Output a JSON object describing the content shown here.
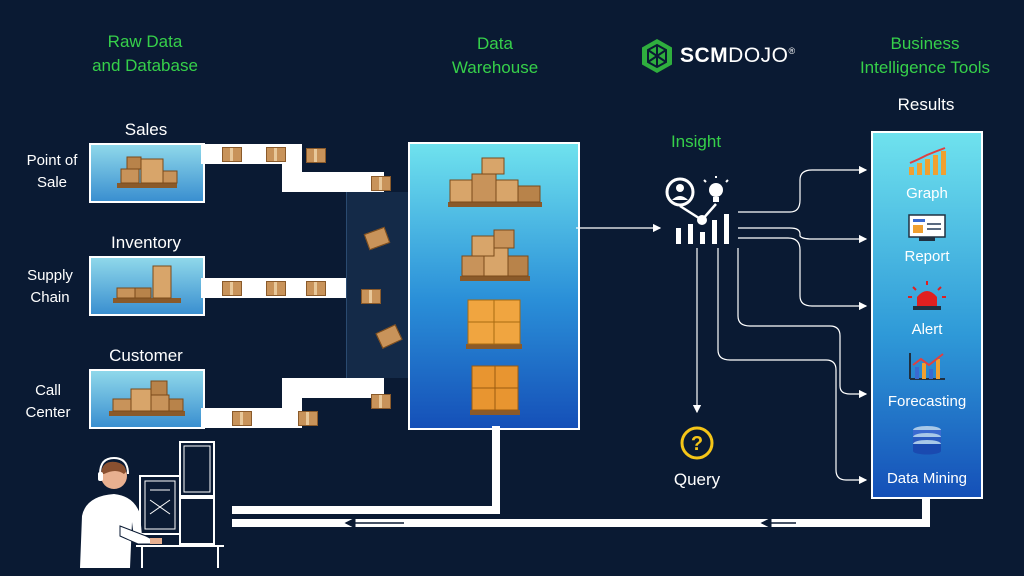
{
  "headings": {
    "raw_data": [
      "Raw Data",
      "and Database"
    ],
    "data_warehouse": [
      "Data",
      "Warehouse"
    ],
    "bi_tools": [
      "Business",
      "Intelligence Tools"
    ],
    "results": "Results",
    "insight": "Insight",
    "query": "Query"
  },
  "brand": {
    "name_bold": "SCM",
    "name_light": "DOJO",
    "reg": "®"
  },
  "sources": [
    {
      "title": "Sales",
      "side": [
        "Point of",
        "Sale"
      ]
    },
    {
      "title": "Inventory",
      "side": [
        "Supply",
        "Chain"
      ]
    },
    {
      "title": "Customer",
      "side": [
        "Call",
        "Center"
      ]
    }
  ],
  "bi_items": [
    {
      "label": "Graph",
      "icon": "graph-icon"
    },
    {
      "label": "Report",
      "icon": "report-icon"
    },
    {
      "label": "Alert",
      "icon": "alert-siren-icon"
    },
    {
      "label": "Forecasting",
      "icon": "forecasting-icon"
    },
    {
      "label": "Data Mining",
      "icon": "data-mining-icon"
    }
  ],
  "colors": {
    "background": "#0a1a33",
    "accent_green": "#36d04a",
    "panel_top": "#6fe2ee",
    "panel_bottom": "#1550b8",
    "box": "#c8935a"
  }
}
